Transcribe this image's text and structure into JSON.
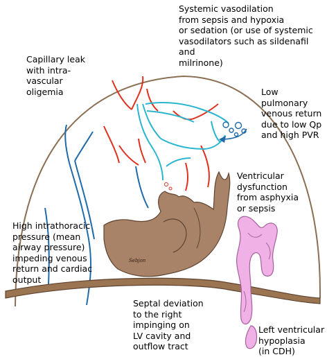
{
  "labels": {
    "systemic_vasodilation": "Systemic vasodilation\nfrom sepsis and hypoxia\nor sedation (or use of systemic\nvasodilators such as sildenafil and\nmilrinone)",
    "capillary_leak": "Capillary leak\nwith intra-\nvascular\noligemia",
    "low_pulmonary_venous_return": "Low pulmonary\nvenous return\ndue to low Qp\nand high PVR",
    "ventricular_dysfunction": "Ventricular\ndysfunction\nfrom asphyxia\nor sepsis",
    "high_intrathoracic_pressure": "High intrathoracic\npressure (mean\nairway pressure)\nimpeding venous\nreturn and cardiac\noutput",
    "septal_deviation": "Septal deviation\nto the right\nimpinging on\nLV cavity and\noutflow tract",
    "lv_hypoplasia": "Left ventricular\nhypoplasia\n(in CDH)"
  },
  "artist_signature": "Sebjon",
  "colors": {
    "outline": "#8a6e52",
    "diaphragm": "#9b7452",
    "heart": "#a98368",
    "arteries": "#e0301e",
    "veins": "#1f6aa8",
    "pulmonary": "#2ab5d0",
    "bowel": "#f0b2e6",
    "bowel_edge": "#a5609a"
  }
}
